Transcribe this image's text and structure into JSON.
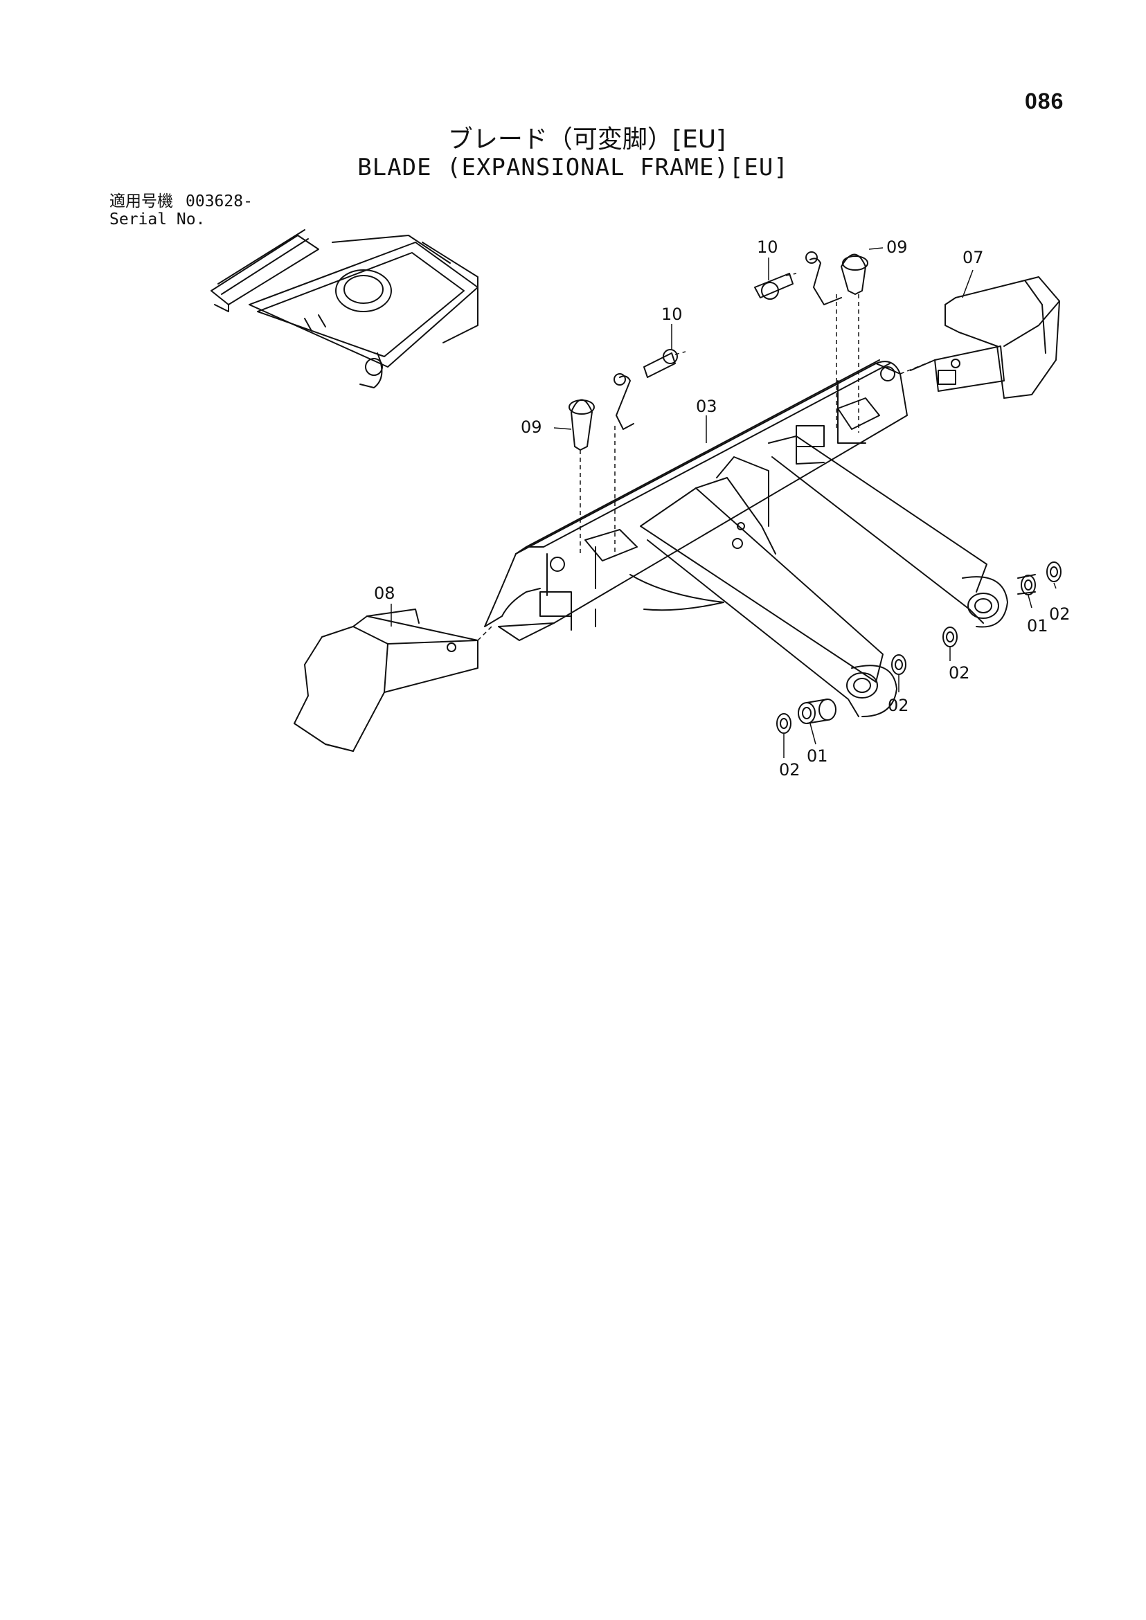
{
  "header": {
    "page_number": "086",
    "title_jp": "ブレード（可変脚）[EU]",
    "title_en": "BLADE (EXPANSIONAL FRAME)[EU]"
  },
  "serial": {
    "label_jp": "適用号機",
    "value": "003628-",
    "label_en": "Serial No."
  },
  "callouts": {
    "c10_top": "10",
    "c09_top": "09",
    "c07": "07",
    "c10_mid": "10",
    "c03": "03",
    "c09_left": "09",
    "c08": "08",
    "c02_right_a": "02",
    "c01_right": "01",
    "c02_right_b": "02",
    "c02_mid": "02",
    "c02_bottom": "02",
    "c01_bottom": "01"
  }
}
